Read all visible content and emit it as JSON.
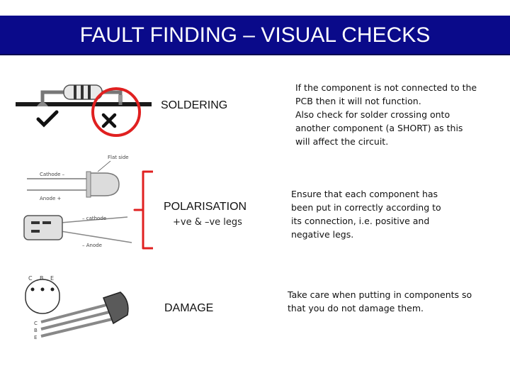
{
  "title": "FAULT FINDING – VISUAL CHECKS",
  "sections": [
    {
      "label": "SOLDERING",
      "description_lines": [
        "If the component is not connected to the",
        "PCB then it will not function.",
        "Also check for solder crossing onto",
        "another component (a SHORT) as this",
        "will affect the circuit."
      ]
    },
    {
      "label": "POLARISATION",
      "sublabel": "+ve & –ve legs",
      "description_lines": [
        "Ensure that each component has",
        "been put in correctly according to",
        "its connection, i.e. positive and",
        "negative legs."
      ]
    },
    {
      "label": "DAMAGE",
      "description_lines": [
        "Take care when putting in components so",
        "that you do not damage them."
      ]
    }
  ],
  "illustration_labels": {
    "led_fat_side": "Flat side",
    "led_cathode": "Cathode –",
    "led_anode": "Anode +",
    "cap_cathode": "– cathode",
    "cap_anode": "– Anode",
    "transistor_top_pins": [
      "C",
      "B",
      "E"
    ],
    "transistor_leg_pins": [
      "C",
      "B",
      "E"
    ]
  },
  "colors": {
    "title_bar": "#0a0a8a",
    "highlight_red": "#e02020"
  }
}
